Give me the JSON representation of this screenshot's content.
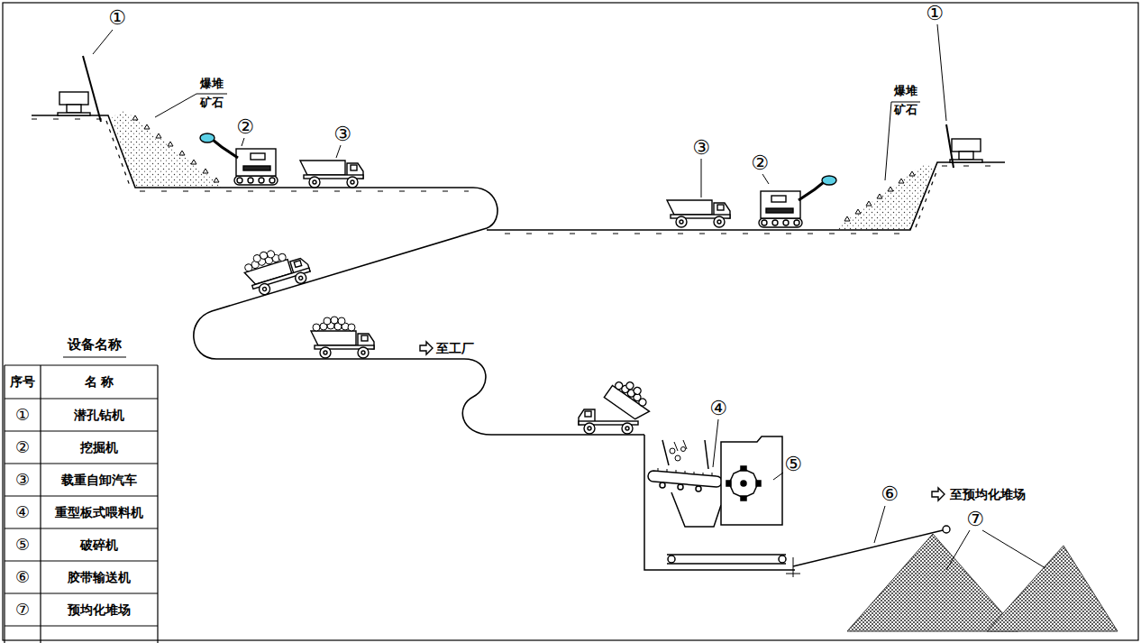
{
  "diagram": {
    "labels": [
      "①",
      "爆堆 矿石",
      "②",
      "③",
      "③",
      "②",
      "爆堆 矿石",
      "①",
      "至工厂",
      "④",
      "⑤",
      "⑥",
      "至预均化堆场",
      "⑦",
      "设备名称",
      "序号",
      "名 称",
      "①",
      "潜孔钻机",
      "②",
      "挖掘机",
      "③",
      "载重自卸汽车",
      "④",
      "重型板式喂料机",
      "⑤",
      "破碎机",
      "⑥",
      "胶带输送机",
      "⑦",
      "预均化堆场"
    ]
  }
}
